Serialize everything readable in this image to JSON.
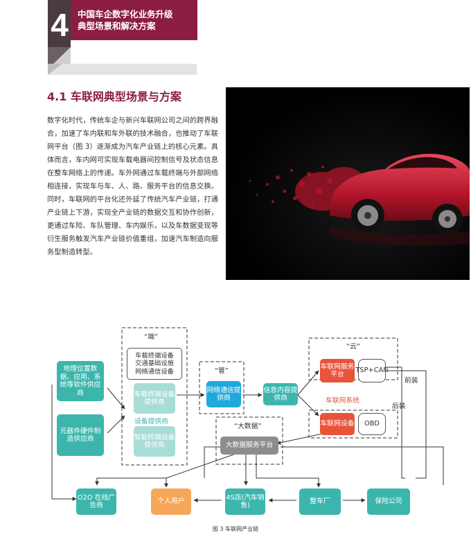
{
  "header": {
    "number": "4",
    "title_line1": "中国车企数字化业务升级",
    "title_line2": "典型场景和解决方案",
    "colors": {
      "band": "#8b1d45",
      "dark": "#4a3b41",
      "grey": "#d8d8d8"
    }
  },
  "section": {
    "title": "4.1 车联网典型场景与方案",
    "paragraph": "数字化时代，传统车企与新兴车联网公司之间的跨界融合，加速了车内联和车外联的技术融合，也推动了车联网平台（图 3）逐渐成为汽车产业链上的核心元素。具体而言，车内网可实现车载电器间控制信号及状态信息在整车网络上的传递。车外网通过车载终端与外部网络相连接，实现车与车、人、路、服务平台的信息交换。同时，车联网的平台化还外延了传统汽车产业链，打通产业链上下游，实现全产业链的数据交互和协作创新，更通过车险、车队管理、车内娱乐，以及车数据变现等衍生服务触发汽车产业链价值重组，加速汽车制造向服务型制造转型。"
  },
  "photo": {
    "description_icon": "red-sports-car-image"
  },
  "diagram": {
    "left_top": "地理位置数据、应用、系统等软件供应商",
    "left_bottom": "元器件硬件制造供应商",
    "duan_label": "“端”",
    "duan_white_lines": [
      "车载终端设备",
      "交通基础设施",
      "网络通信设备"
    ],
    "duan_box1": "车载终端设备提供商",
    "duan_mid_label": "设备提供商",
    "duan_box2": "智能终端设备提供商",
    "guan_label": "“管”",
    "guan_box": "网络通信提供商",
    "info_box": "信息内容提供商",
    "yun_label": "“云”",
    "yun_platform": "车联网服务平台",
    "yun_tsp": "TSP+CAN",
    "yun_system": "车联网系统",
    "yun_device": "车联网设备",
    "yun_obd": "OBD",
    "front_install": "前装",
    "rear_install": "后装",
    "bigdata_label": "“大数据”",
    "bigdata_box": "大数据服务平台",
    "o2o": "O2O 在线广告商",
    "personal": "个人用户",
    "fours": "4S店(汽车销售)",
    "oem": "整车厂",
    "insurance": "保险公司",
    "caption": "图 3  车联网产业链"
  }
}
